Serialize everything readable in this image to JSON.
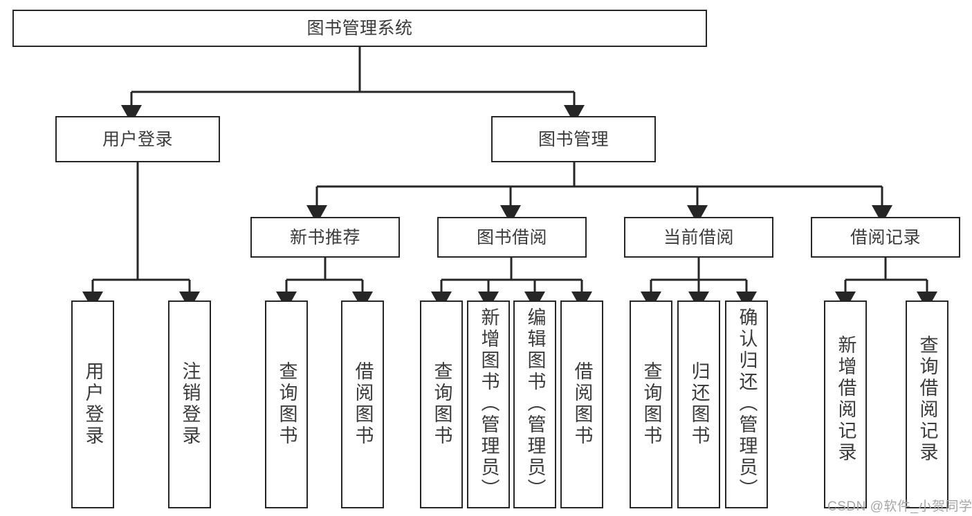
{
  "diagram": {
    "type": "tree-hierarchy-functional-decomposition",
    "root": {
      "id": "root",
      "label": "图书管理系统"
    },
    "level2": [
      {
        "id": "user-login",
        "label": "用户登录"
      },
      {
        "id": "book-management",
        "label": "图书管理"
      }
    ],
    "level3": [
      {
        "id": "new-book-recommend",
        "label": "新书推荐",
        "parent": "book-management"
      },
      {
        "id": "book-borrow",
        "label": "图书借阅",
        "parent": "book-management"
      },
      {
        "id": "current-borrow",
        "label": "当前借阅",
        "parent": "book-management"
      },
      {
        "id": "borrow-record",
        "label": "借阅记录",
        "parent": "book-management"
      }
    ],
    "leaves": [
      {
        "id": "leaf-user-login",
        "label": "用户登录",
        "parent": "user-login"
      },
      {
        "id": "leaf-user-logout",
        "label": "注销登录",
        "parent": "user-login"
      },
      {
        "id": "leaf-query-book-1",
        "label": "查询图书",
        "parent": "new-book-recommend"
      },
      {
        "id": "leaf-borrow-book-1",
        "label": "借阅图书",
        "parent": "new-book-recommend"
      },
      {
        "id": "leaf-query-book-2",
        "label": "查询图书",
        "parent": "book-borrow"
      },
      {
        "id": "leaf-add-book",
        "label": "新增图书（管理员）",
        "parent": "book-borrow"
      },
      {
        "id": "leaf-edit-book",
        "label": "编辑图书（管理员）",
        "parent": "book-borrow"
      },
      {
        "id": "leaf-borrow-book-2",
        "label": "借阅图书",
        "parent": "book-borrow"
      },
      {
        "id": "leaf-query-book-3",
        "label": "查询图书",
        "parent": "current-borrow"
      },
      {
        "id": "leaf-return-book",
        "label": "归还图书",
        "parent": "current-borrow"
      },
      {
        "id": "leaf-confirm-return",
        "label": "确认归还（管理员）",
        "parent": "current-borrow"
      },
      {
        "id": "leaf-add-record",
        "label": "新增借阅记录",
        "parent": "borrow-record"
      },
      {
        "id": "leaf-query-record",
        "label": "查询借阅记录",
        "parent": "borrow-record"
      }
    ]
  },
  "watermark": {
    "text": "CSDN @软件_小贺同学"
  },
  "colors": {
    "stroke": "#262626",
    "box_fill": "#ffffff",
    "text": "#3b3b3b",
    "watermark": "#a6a6a6"
  }
}
